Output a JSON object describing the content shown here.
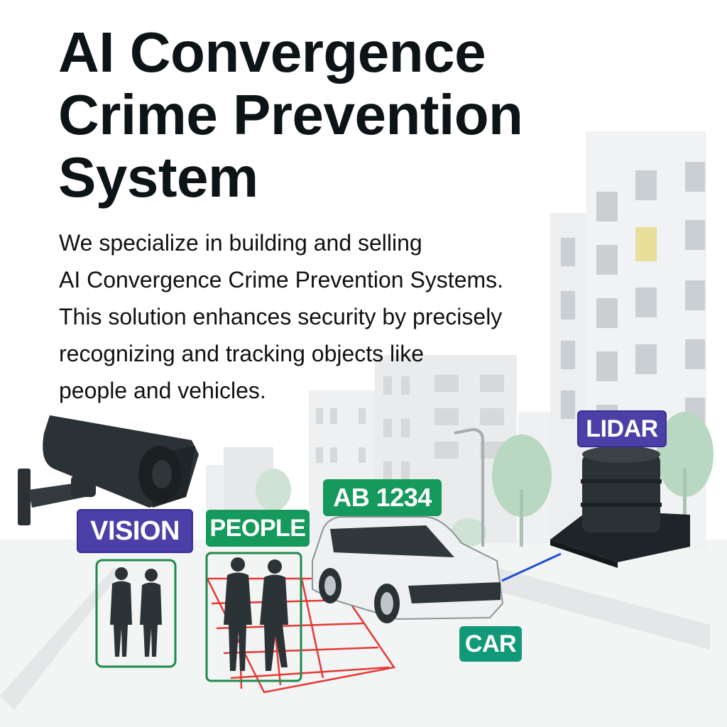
{
  "headline": {
    "lines": [
      "AI Convergence",
      "Crime Prevention",
      "System"
    ]
  },
  "description": {
    "lines": [
      "We specialize in building and selling",
      "AI Convergence Crime Prevention Systems.",
      "This solution enhances security by precisely",
      "recognizing and tracking objects like",
      "people and vehicles."
    ]
  },
  "labels": {
    "vision": "VISION",
    "people": "PEOPLE",
    "plate": "AB 1234",
    "car": "CAR",
    "lidar": "LIDAR"
  },
  "colors": {
    "purple_tag": "#4b3fa8",
    "green_tag": "#16995c",
    "teal_tag": "#12997a",
    "bbox_green": "#1f8a4c",
    "grid_red": "#e53935",
    "link_blue": "#1f4fd1"
  }
}
